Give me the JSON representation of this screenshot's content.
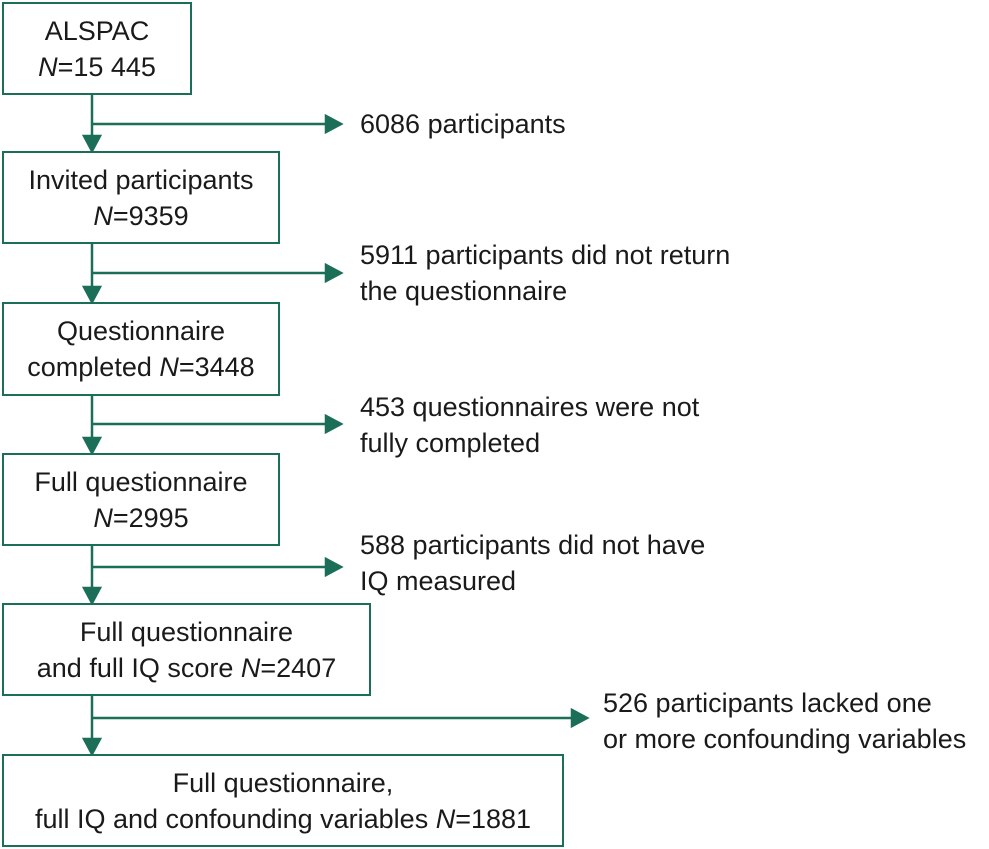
{
  "flow": {
    "boxes": [
      {
        "lines": [
          {
            "pre": "ALSPAC",
            "n": "",
            "post": ""
          },
          {
            "pre": "",
            "n": "N",
            "post": "=15 445"
          }
        ]
      },
      {
        "lines": [
          {
            "pre": "Invited participants",
            "n": "",
            "post": ""
          },
          {
            "pre": "",
            "n": "N",
            "post": "=9359"
          }
        ]
      },
      {
        "lines": [
          {
            "pre": "Questionnaire",
            "n": "",
            "post": ""
          },
          {
            "pre": "completed ",
            "n": "N",
            "post": "=3448"
          }
        ]
      },
      {
        "lines": [
          {
            "pre": "Full questionnaire",
            "n": "",
            "post": ""
          },
          {
            "pre": "",
            "n": "N",
            "post": "=2995"
          }
        ]
      },
      {
        "lines": [
          {
            "pre": "Full questionnaire",
            "n": "",
            "post": ""
          },
          {
            "pre": "and full IQ score ",
            "n": "N",
            "post": "=2407"
          }
        ]
      },
      {
        "lines": [
          {
            "pre": "Full questionnaire,",
            "n": "",
            "post": ""
          },
          {
            "pre": "full IQ and confounding variables ",
            "n": "N",
            "post": "=1881"
          }
        ]
      }
    ],
    "exclusions": [
      {
        "lines": [
          "6086 participants"
        ]
      },
      {
        "lines": [
          "5911 participants did not return",
          "the questionnaire"
        ]
      },
      {
        "lines": [
          "453 questionnaires were not",
          "fully completed"
        ]
      },
      {
        "lines": [
          "588 participants did not have",
          "IQ measured"
        ]
      },
      {
        "lines": [
          "526 participants lacked one",
          "or more confounding variables"
        ]
      }
    ]
  },
  "colors": {
    "line": "#1b6e57",
    "text": "#1a1a1a"
  }
}
